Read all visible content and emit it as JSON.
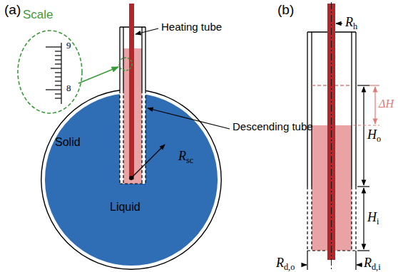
{
  "diagram": {
    "nodes": [
      {
        "text": [
          "Scale",
          "9",
          "8"
        ]
      },
      {
        "text": [
          "Solid"
        ]
      },
      {
        "text": [
          "Liquid"
        ],
        "in": 1
      }
    ],
    "labels": [
      "(a)",
      "Heating tube",
      "Descending tube",
      "Rsc",
      "(b)",
      "Rh",
      "ΔH",
      "Ho",
      "Hi",
      "Rd,o",
      "Rd,i"
    ]
  }
}
